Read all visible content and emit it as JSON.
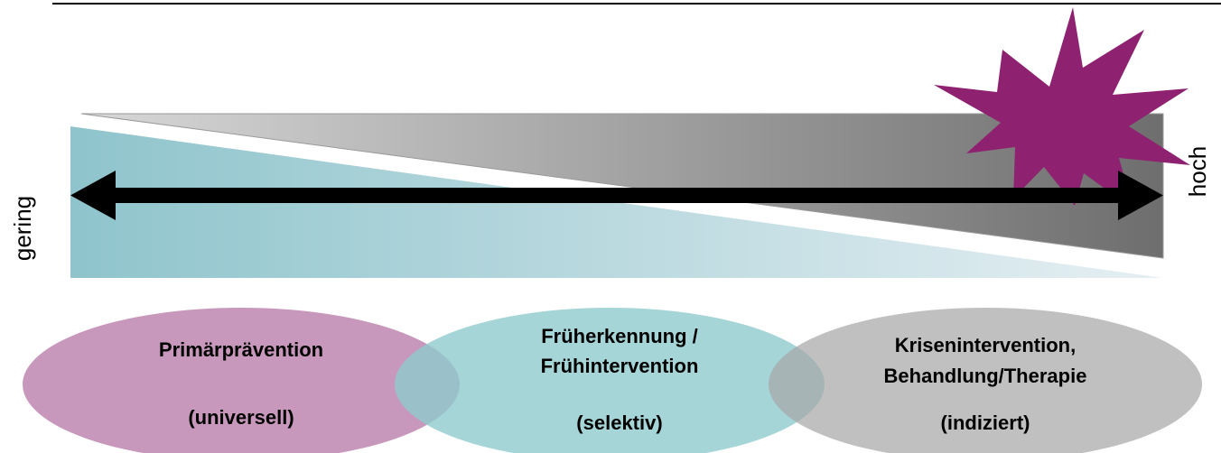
{
  "labels": {
    "left_axis": "gering",
    "right_axis": "hoch"
  },
  "ellipses": [
    {
      "title_line1": "Primärprävention",
      "title_line2": "",
      "qualifier": "(universell)",
      "color": "#c38fb6"
    },
    {
      "title_line1": "Früherkennung /",
      "title_line2": "Frühintervention",
      "qualifier": "(selektiv)",
      "color": "#9fd1d3"
    },
    {
      "title_line1": "Kriseninterven­tion,",
      "title_line2": "Behandlung/Therapie",
      "qualifier": "(indiziert)",
      "color": "#b9b9b9"
    }
  ],
  "colors": {
    "teal_wedge": "#8fc4cc",
    "gray_wedge": "#6e6e6e",
    "burst": "#8e2270",
    "arrow": "#000000",
    "rule": "#000000"
  }
}
